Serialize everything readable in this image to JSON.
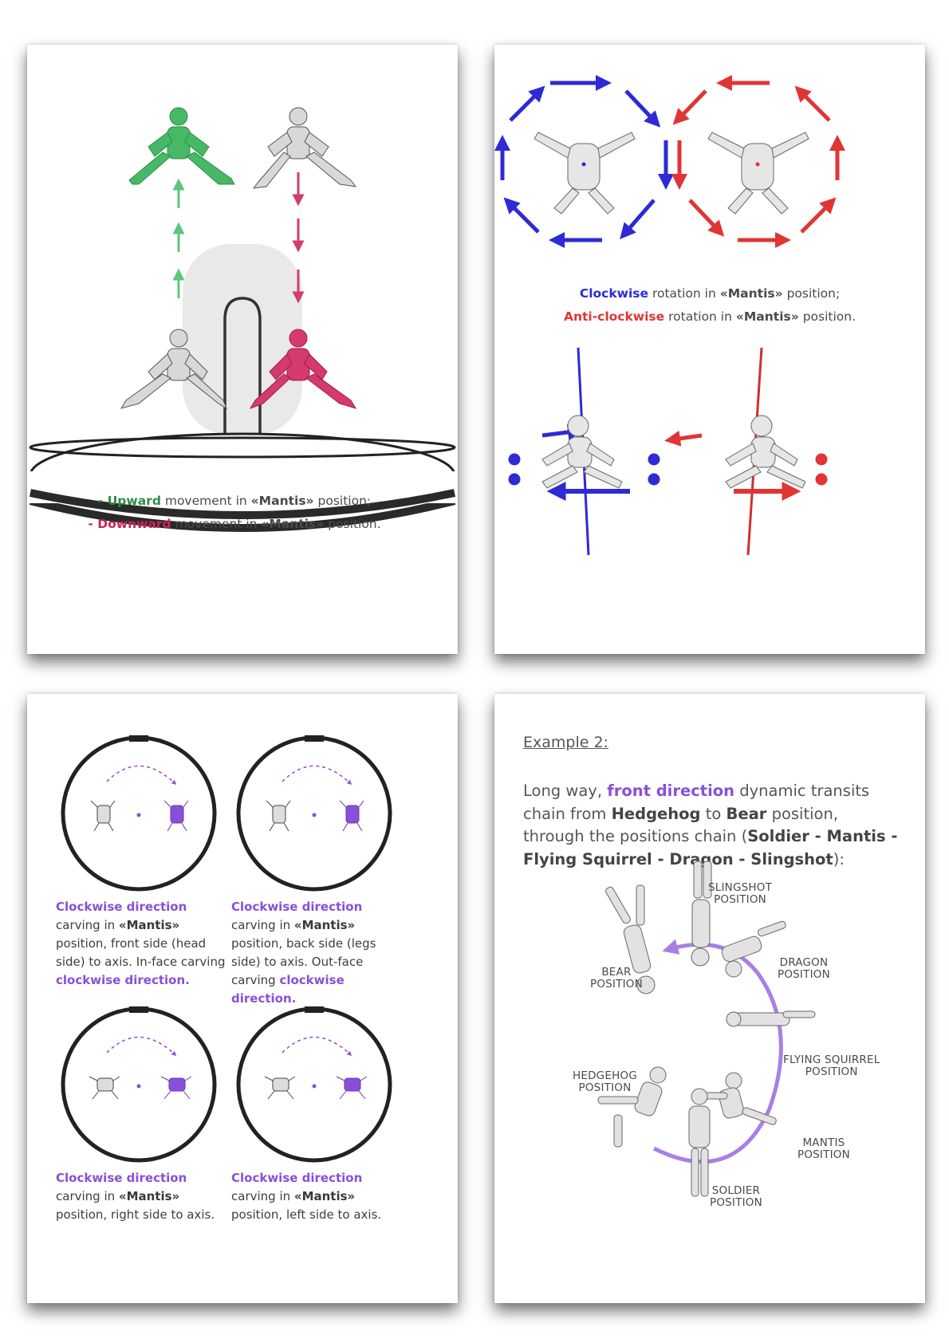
{
  "page1": {
    "line1": {
      "prefix": "- ",
      "highlight": "Upward",
      "mid": " movement in ",
      "term": "«Mantis»",
      "suffix": " position;"
    },
    "line2": {
      "prefix": "- ",
      "highlight": "Downward",
      "mid": " movement in ",
      "term": "«Mantis»",
      "suffix": " position."
    }
  },
  "page2": {
    "line1": {
      "highlight": "Clockwise",
      "mid": " rotation in ",
      "term": "«Mantis»",
      "suffix": " position;"
    },
    "line2": {
      "highlight": "Anti-clockwise",
      "mid": " rotation in ",
      "term": "«Mantis»",
      "suffix": " position."
    }
  },
  "page3": {
    "cards": [
      {
        "h": "Clockwise direction",
        "t1": " carving in ",
        "term": "«Mantis»",
        "t2": " position, front side (head side) to axis. In-face carving ",
        "h2": "clockwise direction."
      },
      {
        "h": "Clockwise direction",
        "t1": " carving in ",
        "term": "«Mantis»",
        "t2": " position, back side (legs side) to axis. Out-face carving ",
        "h2": "clockwise direction."
      },
      {
        "h": "Clockwise direction",
        "t1": " carving in ",
        "term": "«Mantis»",
        "t2": " position, right side to axis.",
        "h2": ""
      },
      {
        "h": "Clockwise direction",
        "t1": " carving in ",
        "term": "«Mantis»",
        "t2": " position, left side to axis.",
        "h2": ""
      }
    ]
  },
  "page4": {
    "title": "Example 2:",
    "body": {
      "t1": "Long way, ",
      "h1": "front direction",
      "t2": " dynamic transits chain from ",
      "b1": "Hedgehog",
      "t3": " to ",
      "b2": "Bear",
      "t4": " position, through the positions chain (",
      "b3": "Soldier - Mantis - Flying Squirrel - Dragon - Slingshot",
      "t5": "):"
    },
    "labels": {
      "slingshot": [
        "SLINGSHOT",
        "POSITION"
      ],
      "dragon": [
        "DRAGON",
        "POSITION"
      ],
      "bear": [
        "BEAR",
        "POSITION"
      ],
      "flying_squirrel": [
        "FLYING SQUIRREL",
        "POSITION"
      ],
      "hedgehog": [
        "HEDGEHOG",
        "POSITION"
      ],
      "mantis": [
        "MANTIS",
        "POSITION"
      ],
      "soldier": [
        "SOLDIER",
        "POSITION"
      ]
    }
  },
  "colors": {
    "green": "#2e8b46",
    "pink": "#c8245c",
    "blue": "#2d2ad6",
    "red": "#e03535",
    "purple": "#8a4fd8"
  }
}
